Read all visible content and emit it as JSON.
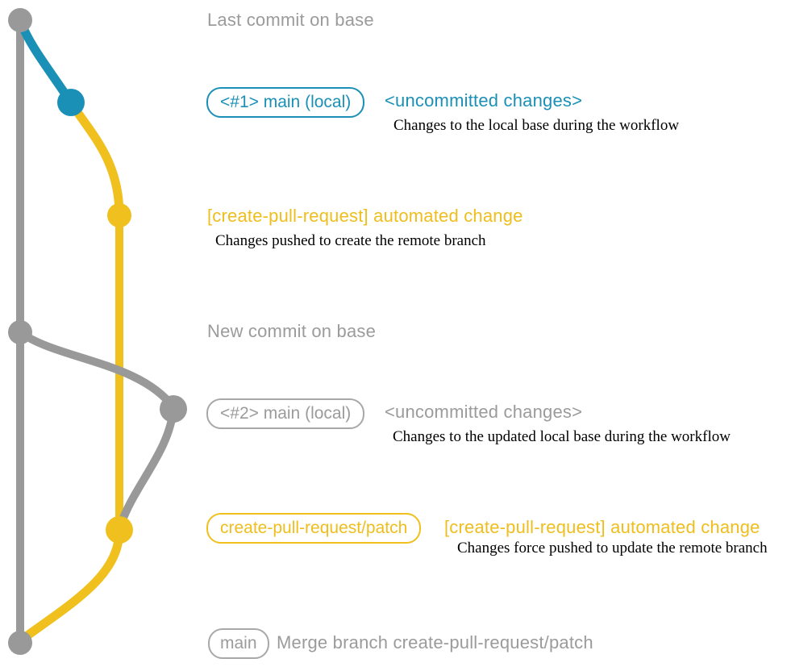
{
  "colors": {
    "gray_line": "#999999",
    "gray_text": "#9B9B9B",
    "gray_badge_border": "#A8A8A8",
    "blue": "#1B90B7",
    "yellow": "#EFC01E",
    "description_black": "#000000",
    "background": "#FFFFFF"
  },
  "graph": {
    "type": "git-branch-diagram",
    "branches": [
      {
        "name": "base (main remote)",
        "color": "#999999"
      },
      {
        "name": "main (local) #1",
        "color": "#1B90B7"
      },
      {
        "name": "create-pull-request/patch",
        "color": "#EFC01E"
      },
      {
        "name": "main (local) #2",
        "color": "#999999"
      }
    ]
  },
  "annotations": {
    "last_commit": {
      "label": "Last commit on base"
    },
    "entry1": {
      "badge": "<#1> main (local)",
      "title": "<uncommitted changes>",
      "description": "Changes to the local base during the workflow"
    },
    "entry2": {
      "title": "[create-pull-request] automated change",
      "description": "Changes pushed to create the remote branch"
    },
    "new_commit": {
      "label": "New commit on base"
    },
    "entry3": {
      "badge": "<#2> main (local)",
      "title": "<uncommitted changes>",
      "description": "Changes to the updated local base during the workflow"
    },
    "entry4": {
      "badge": "create-pull-request/patch",
      "title": "[create-pull-request] automated change",
      "description": "Changes force pushed to update the remote branch"
    },
    "merge": {
      "badge": "main",
      "label": "Merge branch create-pull-request/patch"
    }
  }
}
